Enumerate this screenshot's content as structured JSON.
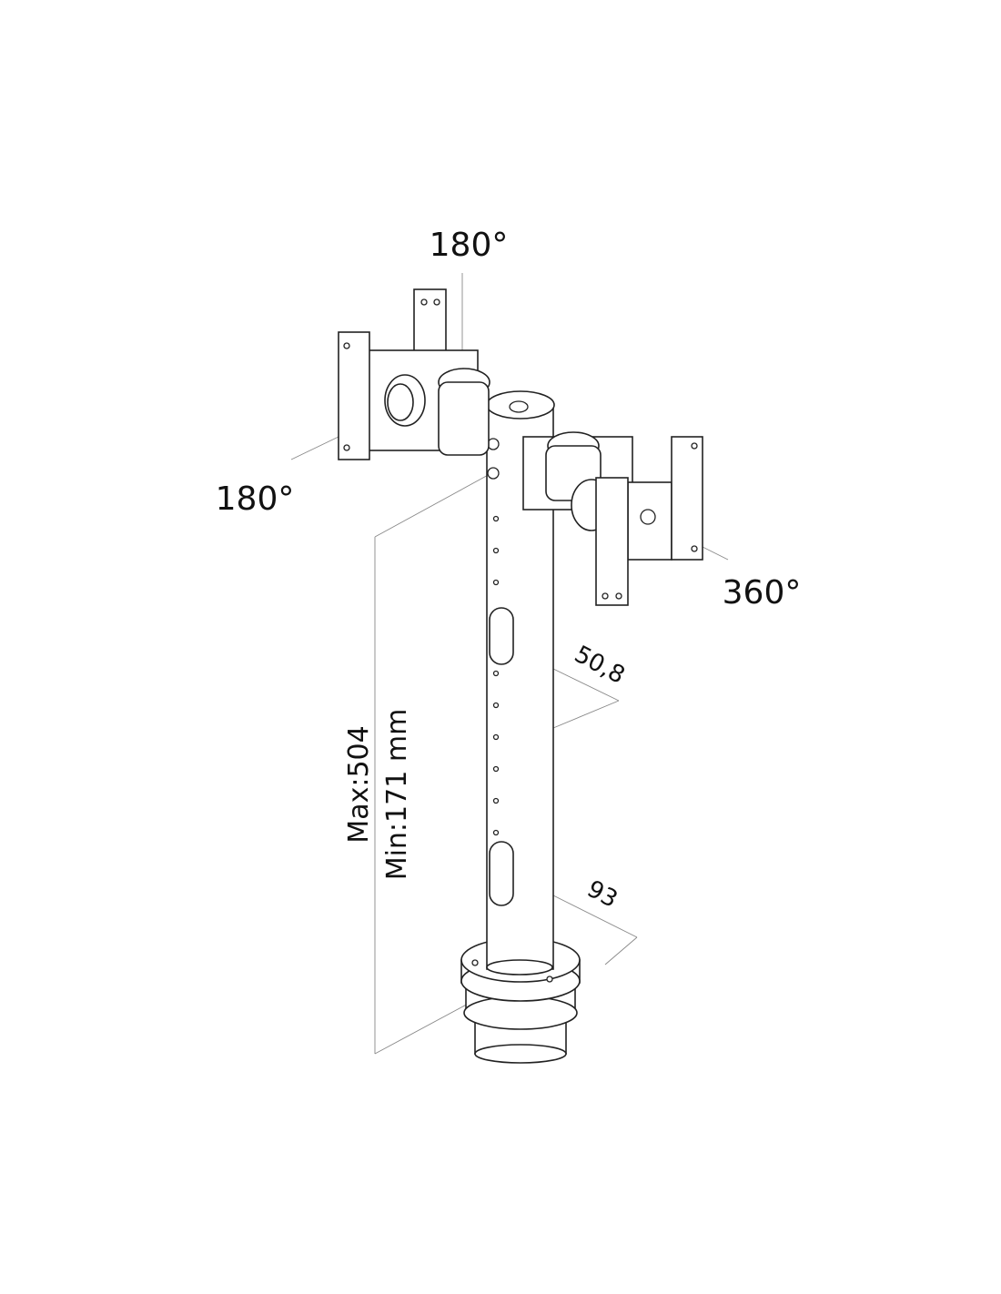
{
  "labels": {
    "rotation_top": "180°",
    "rotation_left": "180°",
    "rotation_right": "360°",
    "tube_diameter": "50,8",
    "base_diameter": "93",
    "height_max": "Max:504",
    "height_min": "Min:171 mm"
  },
  "colors": {
    "line": "#222222",
    "background": "#ffffff"
  }
}
